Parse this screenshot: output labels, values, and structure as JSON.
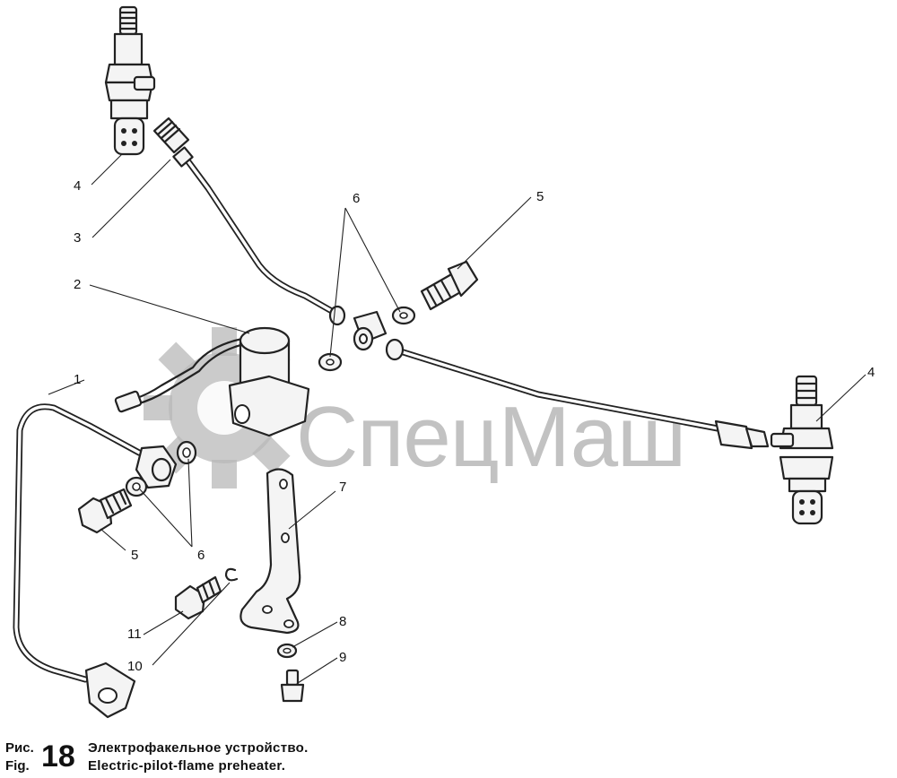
{
  "watermark": {
    "text": "СпецМаш"
  },
  "callouts": [
    {
      "id": "c1",
      "label": "1"
    },
    {
      "id": "c2",
      "label": "2"
    },
    {
      "id": "c3",
      "label": "3"
    },
    {
      "id": "c4a",
      "label": "4"
    },
    {
      "id": "c4b",
      "label": "4"
    },
    {
      "id": "c5a",
      "label": "5"
    },
    {
      "id": "c5b",
      "label": "5"
    },
    {
      "id": "c6a",
      "label": "6"
    },
    {
      "id": "c6b",
      "label": "6"
    },
    {
      "id": "c7",
      "label": "7"
    },
    {
      "id": "c8",
      "label": "8"
    },
    {
      "id": "c9",
      "label": "9"
    },
    {
      "id": "c10",
      "label": "10"
    },
    {
      "id": "c11",
      "label": "11"
    }
  ],
  "caption": {
    "prefix_ru": "Рис.",
    "prefix_en": "Fig.",
    "number": "18",
    "title_ru": "Электрофакельное  устройство.",
    "title_en": "Electric-pilot-flame  preheater."
  }
}
